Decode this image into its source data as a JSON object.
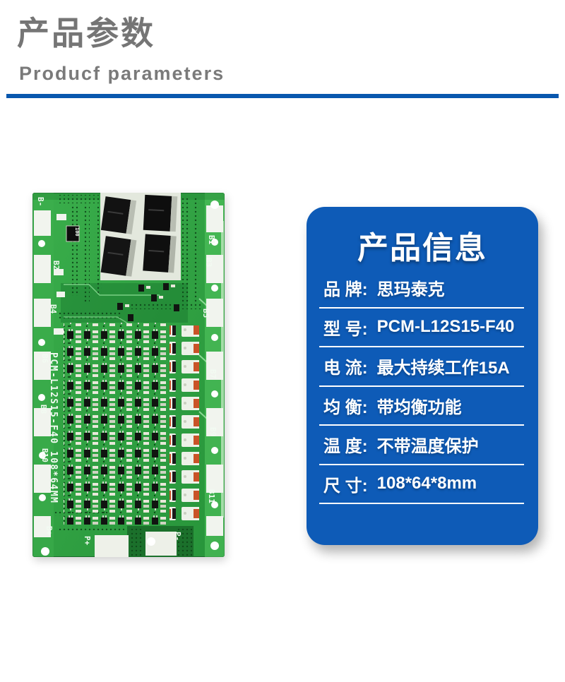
{
  "header": {
    "title_zh": "产品参数",
    "title_en": "Producf parameters"
  },
  "pcb": {
    "silkscreen": "PCM-L12S15-F40  108*64MM",
    "resistor_marking": "100",
    "left_labels": [
      "B-",
      "B2",
      "B4",
      "B6",
      "B8",
      "B10",
      "B+"
    ],
    "right_labels": [
      "B1",
      "B3",
      "B5",
      "B7",
      "B9",
      "B11"
    ],
    "bottom_labels": [
      "P+",
      "P-"
    ]
  },
  "card": {
    "title": "产品信息",
    "rows": [
      {
        "label": "品 牌:",
        "value": "思玛泰克"
      },
      {
        "label": "型 号:",
        "value": "PCM-L12S15-F40"
      },
      {
        "label": "电 流:",
        "value": "最大持续工作15A"
      },
      {
        "label": "均 衡:",
        "value": "带均衡功能"
      },
      {
        "label": "温 度:",
        "value": "不带温度保护"
      },
      {
        "label": "尺 寸:",
        "value": "108*64*8mm"
      }
    ]
  },
  "colors": {
    "card_blue": "#0E5BB7",
    "divider_blue": "#0857AE",
    "heading_gray": "#757575",
    "pcb_green": "#2FA041"
  }
}
